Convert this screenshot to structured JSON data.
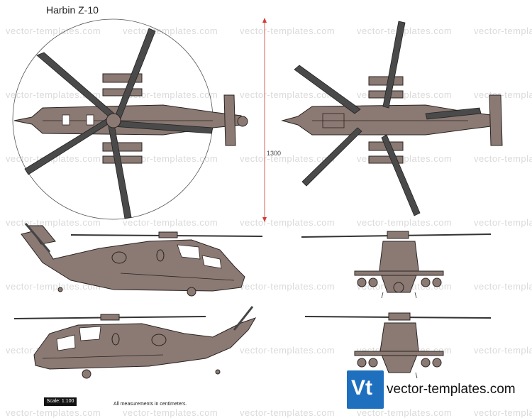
{
  "title": "Harbin Z-10",
  "dimension": {
    "value": "1300"
  },
  "scale_label": "Scale: 1:100",
  "note": "All measurements in centimeters.",
  "brand": {
    "logo_letters": "Vt",
    "site": "vector-templates.com"
  },
  "watermark": "vector-templates.com",
  "colors": {
    "fuselage": "#8b7973",
    "outline": "#2a2422",
    "rotor": "#4a4a4a",
    "dimension_line": "#d23a3a",
    "brand_blue": "#1f6fbf"
  }
}
